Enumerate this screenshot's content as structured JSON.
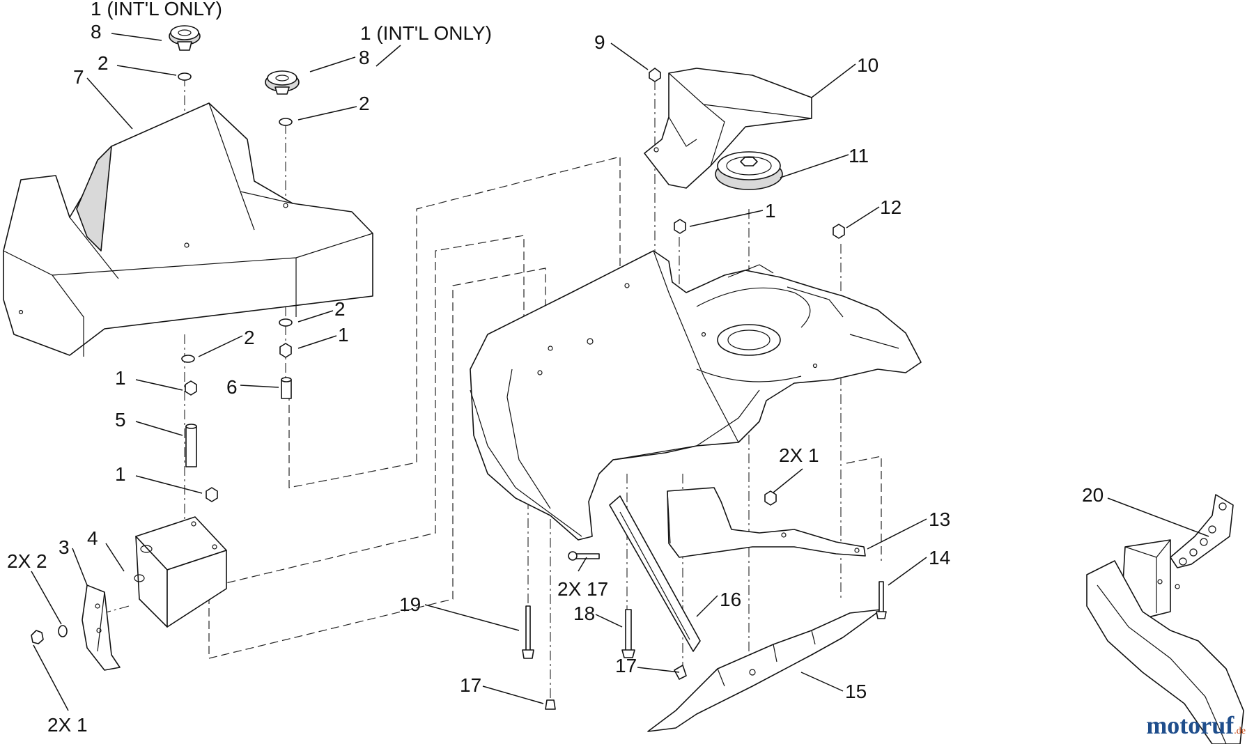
{
  "diagram": {
    "callouts": [
      {
        "id": "c-1-intl-a",
        "text": "1 (INT'L ONLY)"
      },
      {
        "id": "c-8-a",
        "text": "8"
      },
      {
        "id": "c-1-intl-b",
        "text": "1 (INT'L ONLY)"
      },
      {
        "id": "c-8-b",
        "text": "8"
      },
      {
        "id": "c-2-a",
        "text": "2"
      },
      {
        "id": "c-7",
        "text": "7"
      },
      {
        "id": "c-2-b",
        "text": "2"
      },
      {
        "id": "c-9",
        "text": "9"
      },
      {
        "id": "c-10",
        "text": "10"
      },
      {
        "id": "c-11",
        "text": "11"
      },
      {
        "id": "c-1-a",
        "text": "1"
      },
      {
        "id": "c-12",
        "text": "12"
      },
      {
        "id": "c-2-c",
        "text": "2"
      },
      {
        "id": "c-1-b",
        "text": "1"
      },
      {
        "id": "c-2-d",
        "text": "2"
      },
      {
        "id": "c-1-c",
        "text": "1"
      },
      {
        "id": "c-6",
        "text": "6"
      },
      {
        "id": "c-5",
        "text": "5"
      },
      {
        "id": "c-1-d",
        "text": "1"
      },
      {
        "id": "c-2x1-a",
        "text": "2X 1"
      },
      {
        "id": "c-20",
        "text": "20"
      },
      {
        "id": "c-13",
        "text": "13"
      },
      {
        "id": "c-14",
        "text": "14"
      },
      {
        "id": "c-4",
        "text": "4"
      },
      {
        "id": "c-3",
        "text": "3"
      },
      {
        "id": "c-2x2",
        "text": "2X 2"
      },
      {
        "id": "c-2x17",
        "text": "2X 17"
      },
      {
        "id": "c-16",
        "text": "16"
      },
      {
        "id": "c-19",
        "text": "19"
      },
      {
        "id": "c-18",
        "text": "18"
      },
      {
        "id": "c-17-a",
        "text": "17"
      },
      {
        "id": "c-17-b",
        "text": "17"
      },
      {
        "id": "c-15",
        "text": "15"
      },
      {
        "id": "c-2x1-b",
        "text": "2X 1"
      }
    ]
  },
  "watermark": {
    "name": "motoruf",
    "tld": ".de"
  }
}
